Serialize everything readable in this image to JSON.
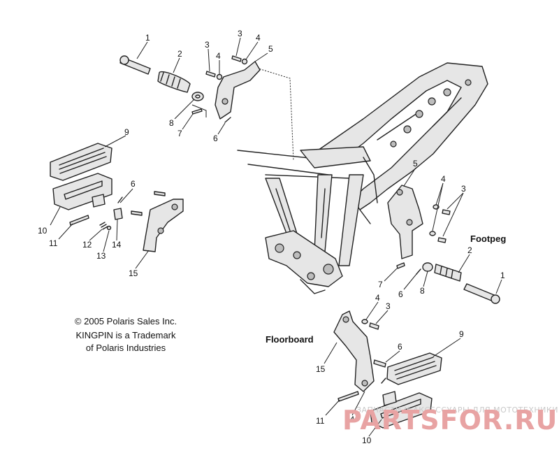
{
  "copyright_notes": [
    "© 2005 Polaris Sales Inc.",
    "KINGPIN is a Trademark",
    "of Polaris Industries"
  ],
  "section_labels": {
    "footpeg": "Footpeg",
    "floorboard": "Floorboard"
  },
  "callouts": [
    {
      "id": "c1",
      "text": "1"
    },
    {
      "id": "c2",
      "text": "2"
    },
    {
      "id": "c3",
      "text": "3"
    },
    {
      "id": "c4",
      "text": "4"
    },
    {
      "id": "c5",
      "text": "3"
    },
    {
      "id": "c6",
      "text": "4"
    },
    {
      "id": "c7",
      "text": "5"
    },
    {
      "id": "c8",
      "text": "8"
    },
    {
      "id": "c9",
      "text": "7"
    },
    {
      "id": "c10",
      "text": "6"
    },
    {
      "id": "c11",
      "text": "9"
    },
    {
      "id": "c12",
      "text": "6"
    },
    {
      "id": "c13",
      "text": "10"
    },
    {
      "id": "c14",
      "text": "11"
    },
    {
      "id": "c15",
      "text": "12"
    },
    {
      "id": "c16",
      "text": "14"
    },
    {
      "id": "c17",
      "text": "13"
    },
    {
      "id": "c18",
      "text": "15"
    },
    {
      "id": "c19",
      "text": "5"
    },
    {
      "id": "c20",
      "text": "4"
    },
    {
      "id": "c21",
      "text": "3"
    },
    {
      "id": "c22",
      "text": "2"
    },
    {
      "id": "c23",
      "text": "1"
    },
    {
      "id": "c24",
      "text": "7"
    },
    {
      "id": "c25",
      "text": "6"
    },
    {
      "id": "c26",
      "text": "8"
    },
    {
      "id": "c27",
      "text": "4"
    },
    {
      "id": "c28",
      "text": "3"
    },
    {
      "id": "c29",
      "text": "15"
    },
    {
      "id": "c30",
      "text": "6"
    },
    {
      "id": "c31",
      "text": "9"
    },
    {
      "id": "c32",
      "text": "11"
    },
    {
      "id": "c33",
      "text": "14"
    },
    {
      "id": "c34",
      "text": "10"
    }
  ],
  "watermark": {
    "small": "ЗАПЧАСТИ И АКСЕССУАРЫ ДЛЯ МОТОТЕХНИКИ",
    "big": "PARTSFOR.RU"
  }
}
